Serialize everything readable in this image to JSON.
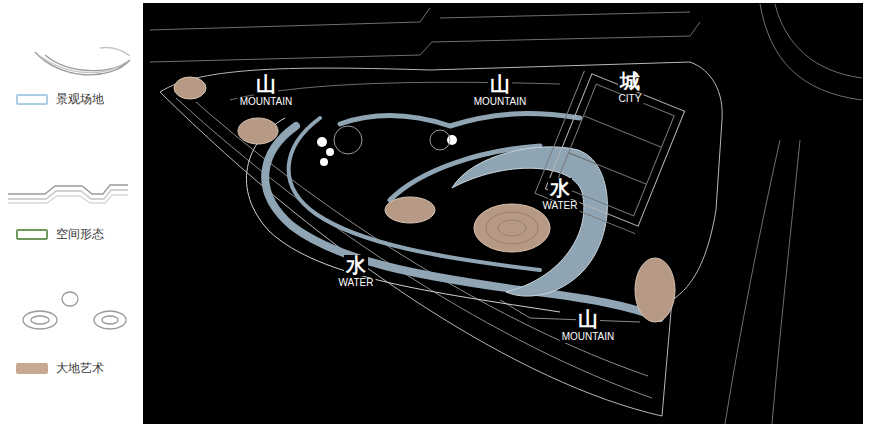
{
  "diagram": {
    "labels": [
      "山",
      "MOUNTAIN",
      "山",
      "MOUNTAIN",
      "城",
      "CITY",
      "水",
      "WATER",
      "水",
      "WATER",
      "山",
      "MOUNTAIN"
    ],
    "legend": [
      {
        "text": "景观场地",
        "color": "#a9cde6"
      },
      {
        "text": "空间形态",
        "color": "#6f9a5e"
      },
      {
        "text": "大地艺术",
        "color": "#c6a893"
      }
    ]
  }
}
